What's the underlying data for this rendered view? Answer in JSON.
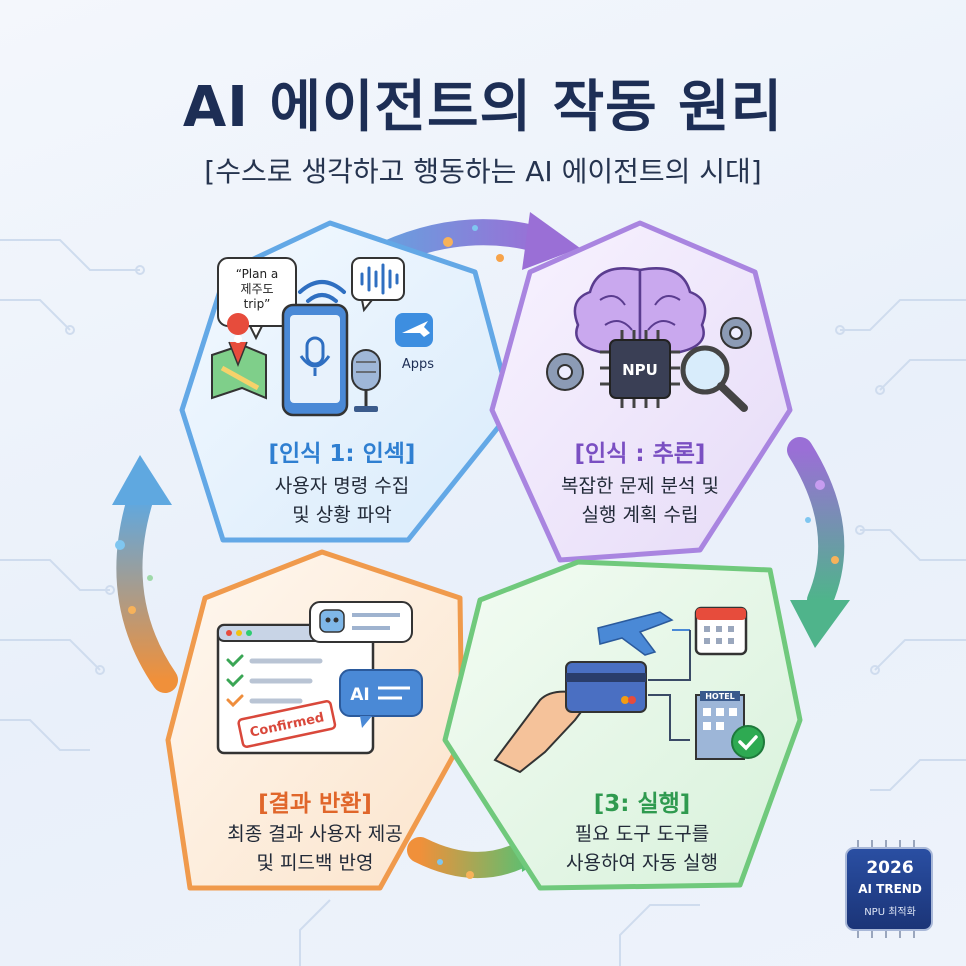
{
  "title": "AI 에이전트의 작동 원리",
  "subtitle": "[수스로 생각하고 행동하는 AI 에이전트의 시대]",
  "stages": [
    {
      "title": "[인식 1: 인섹]",
      "desc_line1": "사용자 명령 수집",
      "desc_line2": "및 상황 파악",
      "speech_bubble": "“Plan a\n제주도\ntrip”",
      "apps_label": "Apps",
      "color": "#2f7fd1"
    },
    {
      "title": "[인식 : 추론]",
      "desc_line1": "복잡한 문제 분석 및",
      "desc_line2": "실행 계획 수립",
      "chip_label": "NPU",
      "color": "#7a4fc2"
    },
    {
      "title": "[결과 반환]",
      "desc_line1": "최종 결과 사용자 제공",
      "desc_line2": "및 피드백 반영",
      "stamp_label": "Confirmed",
      "ai_label": "AI",
      "color": "#e0662a"
    },
    {
      "title": "[3: 실행]",
      "desc_line1": "필요 도구 도구를",
      "desc_line2": "사용하여 자동 실행",
      "hotel_label": "HOTEL",
      "color": "#2f9a4f"
    }
  ],
  "badge": {
    "year": "2026",
    "trend": "AI TREND",
    "sub": "NPU 최적화"
  },
  "colors": {
    "blue": "#3b8fdd",
    "purple": "#9a6fd6",
    "orange": "#ef8d3c",
    "green": "#5cbf6e",
    "navy": "#1d2e55"
  }
}
